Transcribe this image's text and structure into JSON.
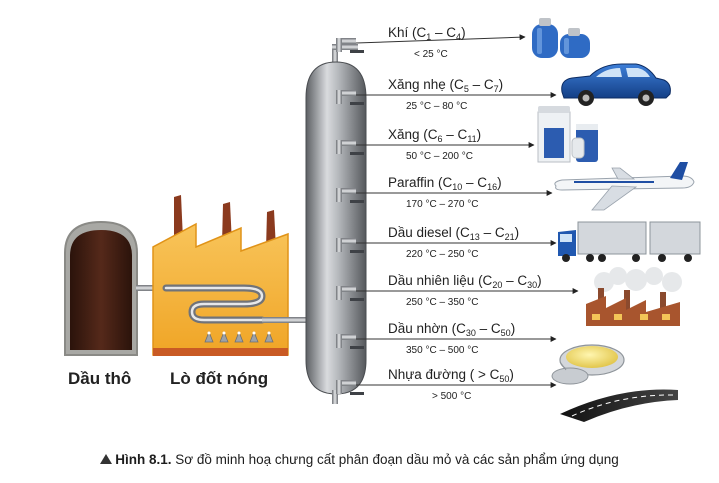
{
  "labels": {
    "crude_oil": "Dầu thô",
    "furnace": "Lò đốt nóng"
  },
  "fractions": [
    {
      "name_main": "Khí (C",
      "s1": "1",
      "mid": " – C",
      "s2": "4",
      "end": ")",
      "temp": "< 25 °C",
      "icon": "gas-cylinder-icon"
    },
    {
      "name_main": "Xăng nhẹ (C",
      "s1": "5",
      "mid": " – C",
      "s2": "7",
      "end": ")",
      "temp": "25 °C – 80 °C",
      "icon": "car-icon"
    },
    {
      "name_main": "Xăng (C",
      "s1": "6",
      "mid": " – C",
      "s2": "11",
      "end": ")",
      "temp": "50 °C – 200 °C",
      "icon": "solvent-cans-icon"
    },
    {
      "name_main": "Paraffin (C",
      "s1": "10",
      "mid": " – C",
      "s2": "16",
      "end": ")",
      "temp": "170 °C – 270 °C",
      "icon": "airplane-icon"
    },
    {
      "name_main": "Dầu diesel (C",
      "s1": "13",
      "mid": " – C",
      "s2": "21",
      "end": ")",
      "temp": "220 °C – 250 °C",
      "icon": "truck-icon"
    },
    {
      "name_main": "Dầu nhiên liệu (C",
      "s1": "20",
      "mid": " – C",
      "s2": "30",
      "end": ")",
      "temp": "250 °C – 350 °C",
      "icon": "factory-icon"
    },
    {
      "name_main": "Dầu nhờn (C",
      "s1": "30",
      "mid": " – C",
      "s2": "50",
      "end": ")",
      "temp": "350 °C – 500 °C",
      "icon": "grease-tin-icon"
    },
    {
      "name_main": "Nhựa đường ( > C",
      "s1": "50",
      "mid": "",
      "s2": "",
      "end": ")",
      "temp": "> 500 °C",
      "icon": "road-icon"
    }
  ],
  "caption": {
    "figure_number": "Hình 8.1.",
    "text": "Sơ đồ minh hoạ chưng cất phân đoạn dầu mỏ và các sản phẩm ứng dụng"
  },
  "colors": {
    "furnace_orange": "#f5b335",
    "chimney_brown": "#8b3a1e",
    "tank_dark": "#4a2618",
    "column_gray": "#8a8d91",
    "car_blue": "#1f5fb8"
  }
}
